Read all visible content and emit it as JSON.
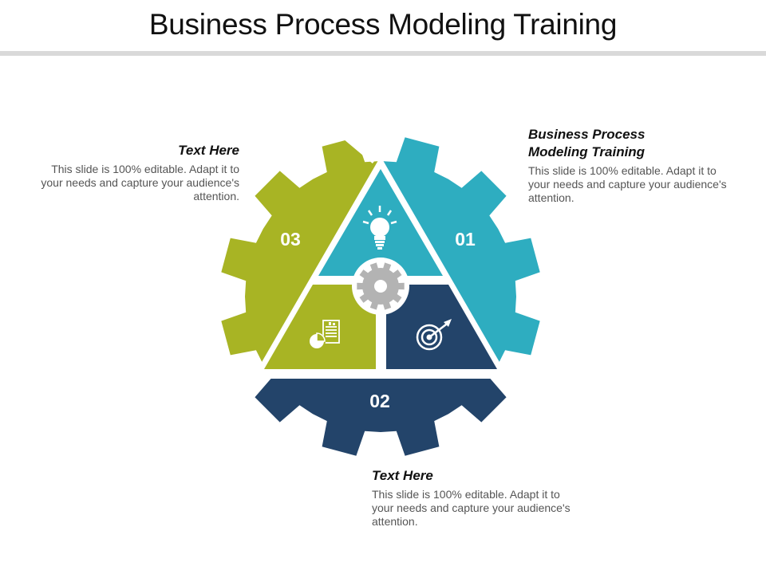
{
  "title": "Business Process Modeling Training",
  "colors": {
    "teal": "#2eadc0",
    "olive": "#a8b424",
    "navy": "#23446a",
    "gray": "#b3b3b3",
    "white": "#ffffff"
  },
  "segments": {
    "s01": {
      "number": "01",
      "icon": "lightbulb-icon"
    },
    "s02": {
      "number": "02",
      "icon": "target-icon"
    },
    "s03": {
      "number": "03",
      "icon": "report-chart-icon"
    },
    "center_icon": "gear-icon"
  },
  "callouts": {
    "top_left": {
      "heading": "Text Here",
      "body": "This slide is 100% editable. Adapt it to your needs and capture your audience's attention."
    },
    "top_right": {
      "heading": "Business Process Modeling Training",
      "body": "This slide is 100% editable. Adapt it to your needs and capture your audience's attention."
    },
    "bottom": {
      "heading": "Text Here",
      "body": "This slide is 100% editable. Adapt it to your needs and capture your audience's attention."
    }
  }
}
